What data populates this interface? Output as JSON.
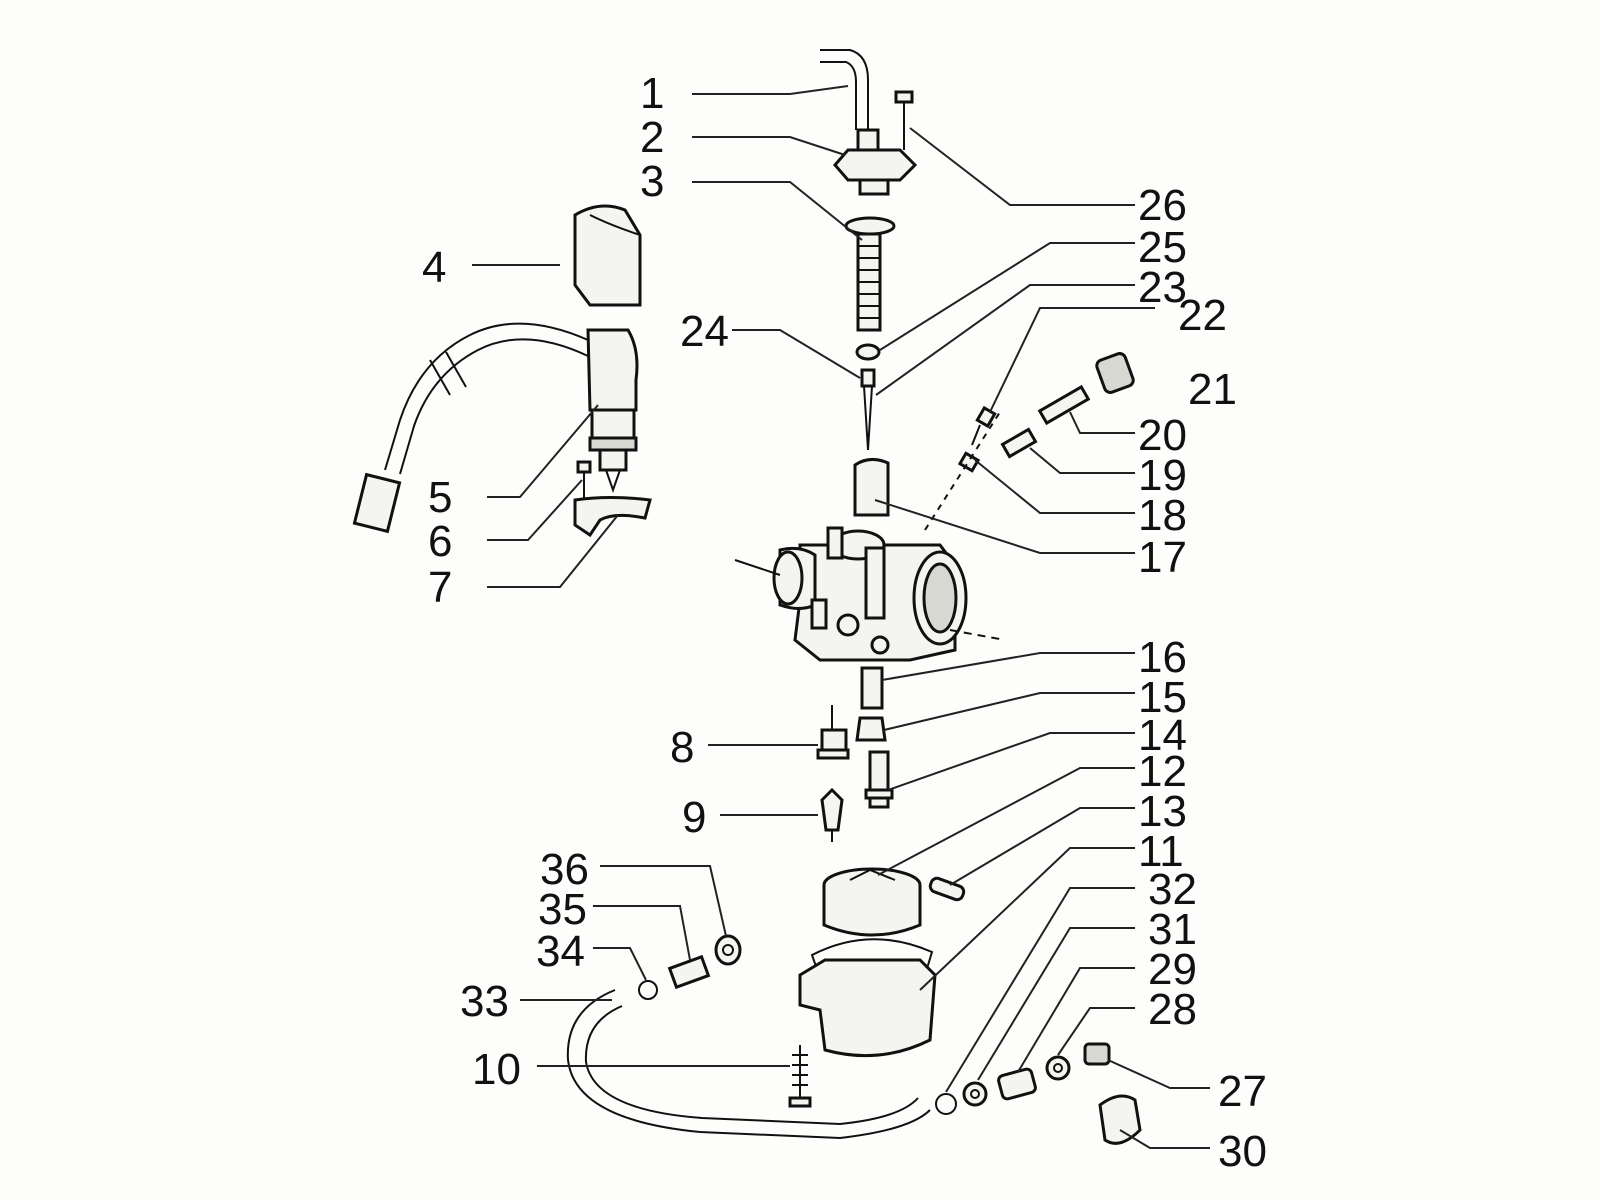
{
  "labels": {
    "l1": "1",
    "l2": "2",
    "l3": "3",
    "l4": "4",
    "l5": "5",
    "l6": "6",
    "l7": "7",
    "l8": "8",
    "l9": "9",
    "l10": "10",
    "l11": "11",
    "l12": "12",
    "l13": "13",
    "l14": "14",
    "l15": "15",
    "l16": "16",
    "l17": "17",
    "l18": "18",
    "l19": "19",
    "l20": "20",
    "l21": "21",
    "l22": "22",
    "l23": "23",
    "l24": "24",
    "l25": "25",
    "l26": "26",
    "l27": "27",
    "l28": "28",
    "l29": "29",
    "l30": "30",
    "l31": "31",
    "l32": "32",
    "l33": "33",
    "l34": "34",
    "l35": "35",
    "l36": "36"
  }
}
